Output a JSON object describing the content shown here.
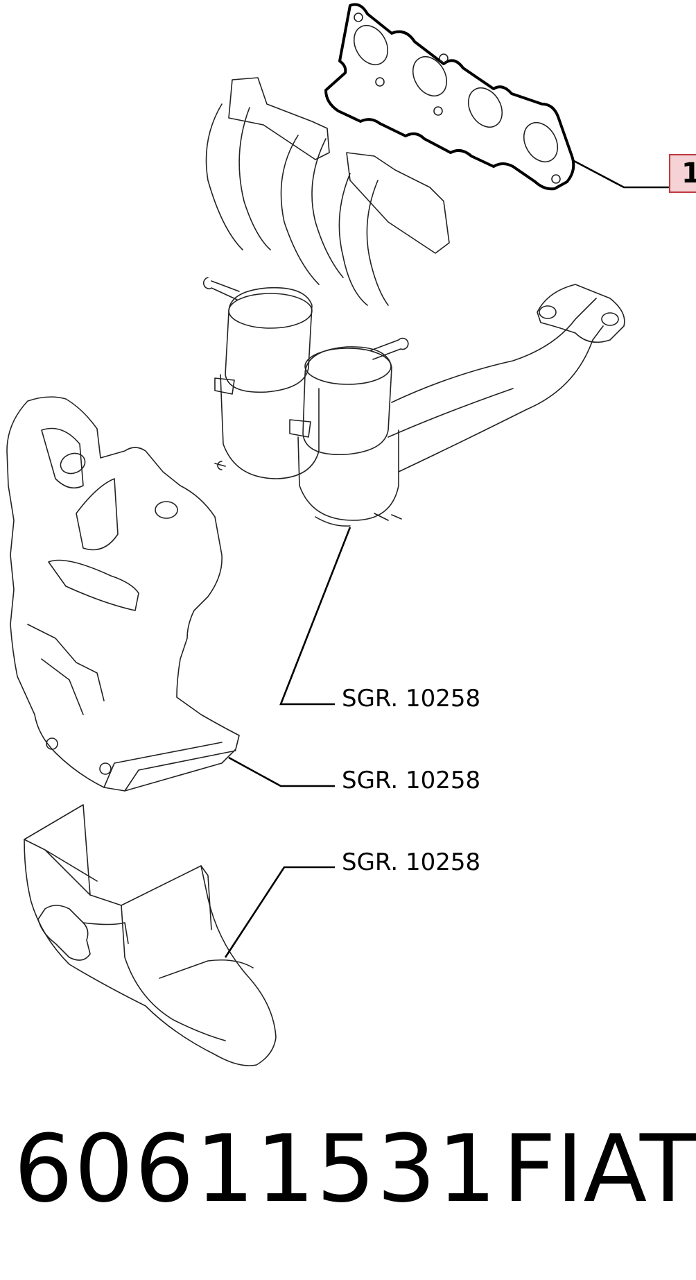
{
  "callout": {
    "number": "1"
  },
  "references": [
    {
      "label": "SGR. 10258"
    },
    {
      "label": "SGR. 10258"
    },
    {
      "label": "SGR. 10258"
    }
  ],
  "footer": {
    "part_number": "60611531",
    "brand": "FIAT"
  },
  "colors": {
    "callout_fill": "#f5d2d5",
    "callout_border": "#c0393f",
    "line": "#000000"
  }
}
